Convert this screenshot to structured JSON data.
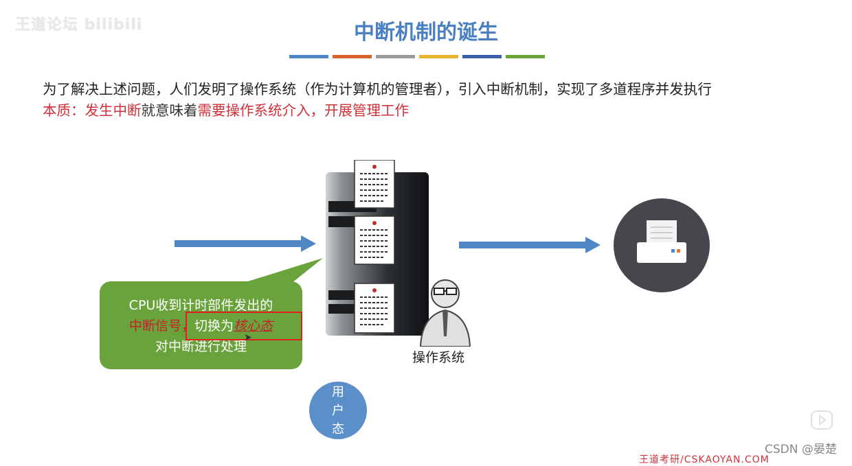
{
  "brand": {
    "logo_text": "王道论坛 bilibili"
  },
  "slide": {
    "title": "中断机制的诞生",
    "stripe_colors": [
      "#4f86c6",
      "#d9602b",
      "#999999",
      "#e8b62c",
      "#3b5fa8",
      "#6aa33c"
    ],
    "line1": "为了解决上述问题，人们发明了操作系统（作为计算机的管理者），引入中断机制，实现了多道程序并发执行",
    "line2": {
      "part1": "本质：发生中断",
      "part2": "就意味着",
      "part3": "需要操作系统介入，开展管理工作"
    }
  },
  "bubble": {
    "line1": "CPU收到计时部件发出的",
    "line2_red": "中断信号，",
    "line2_plain": "切换为",
    "line2_core": "核心态",
    "line3": "对中断进行处理"
  },
  "os_label": "操作系统",
  "user_state": [
    "用",
    "户",
    "态"
  ],
  "watermark": "CSDN @晏楚",
  "footer_text": "王道考研/CSKAOYAN.COM",
  "colors": {
    "arrow": "#4f86c6",
    "title": "#4a7fc1",
    "emphasis": "#d0303a",
    "bubble": "#6aa33c",
    "user_circle": "#5b8fc9",
    "printer_bg": "#45474d"
  }
}
